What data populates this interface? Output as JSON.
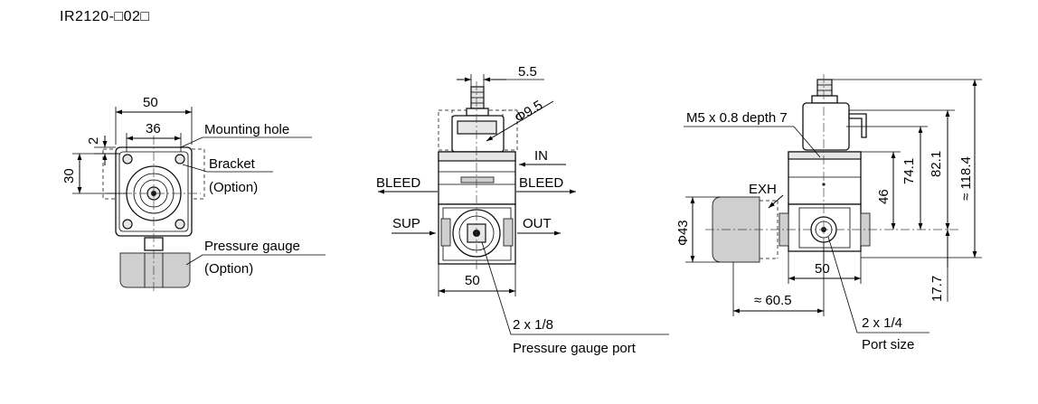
{
  "title": "IR2120-□02□",
  "front_view": {
    "dim_width": "50",
    "dim_hole_pitch": "36",
    "dim_offset": "2",
    "dim_height": "30",
    "mounting_hole": "Mounting hole",
    "bracket": "Bracket",
    "bracket_option": "(Option)",
    "pressure_gauge": "Pressure gauge",
    "gauge_option": "(Option)"
  },
  "side_view": {
    "dim_top": "5.5",
    "dim_knob_dia": "Φ9.5",
    "in_label": "IN",
    "bleed_left": "BLEED",
    "bleed_right": "BLEED",
    "sup_label": "SUP",
    "out_label": "OUT",
    "dim_width": "50",
    "gauge_port_size": "2 x 1/8",
    "gauge_port_label": "Pressure gauge port"
  },
  "right_view": {
    "m5_label": "M5 x 0.8 depth 7",
    "exh_label": "EXH",
    "dim_gauge_dia": "Φ43",
    "dim_46": "46",
    "dim_74": "74.1",
    "dim_82": "82.1",
    "dim_118": "≈ 118.4",
    "dim_width": "50",
    "dim_60": "≈ 60.5",
    "dim_17": "17.7",
    "port_size": "2 x 1/4",
    "port_label": "Port size"
  }
}
